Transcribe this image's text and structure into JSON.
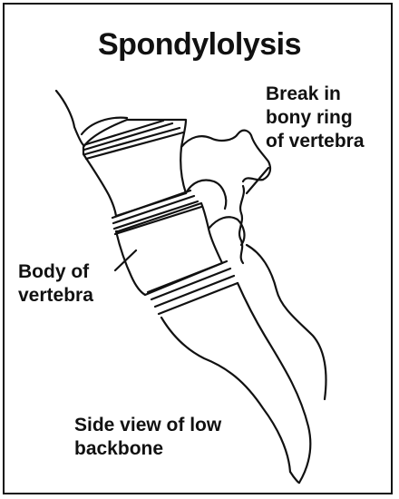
{
  "title": "Spondylolysis",
  "labels": {
    "break": "Break in\nbony ring\nof vertebra",
    "body": "Body of\nvertebra",
    "caption": "Side view of low\nbackbone"
  }
}
